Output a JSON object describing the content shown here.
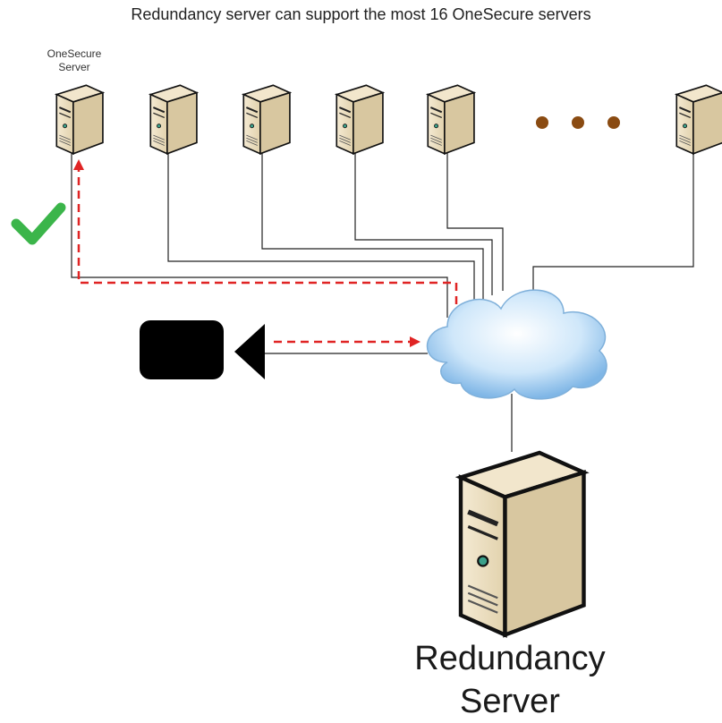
{
  "title": "Redundancy server can support the most 16 OneSecure servers",
  "labels": {
    "onesecure_line1": "OneSecure",
    "onesecure_line2": "Server",
    "redundancy_line1": "Redundancy",
    "redundancy_line2": "Server"
  },
  "colors": {
    "server_body": "#e9dcc0",
    "server_side": "#c9b790",
    "dashed_path": "#e02424",
    "check": "#3bb54a",
    "cloud": "#b8dcf5",
    "dots": "#8a4b12"
  },
  "icons": {
    "check": "check-icon",
    "camera": "camera-icon",
    "cloud": "cloud-icon",
    "server": "server-icon"
  }
}
